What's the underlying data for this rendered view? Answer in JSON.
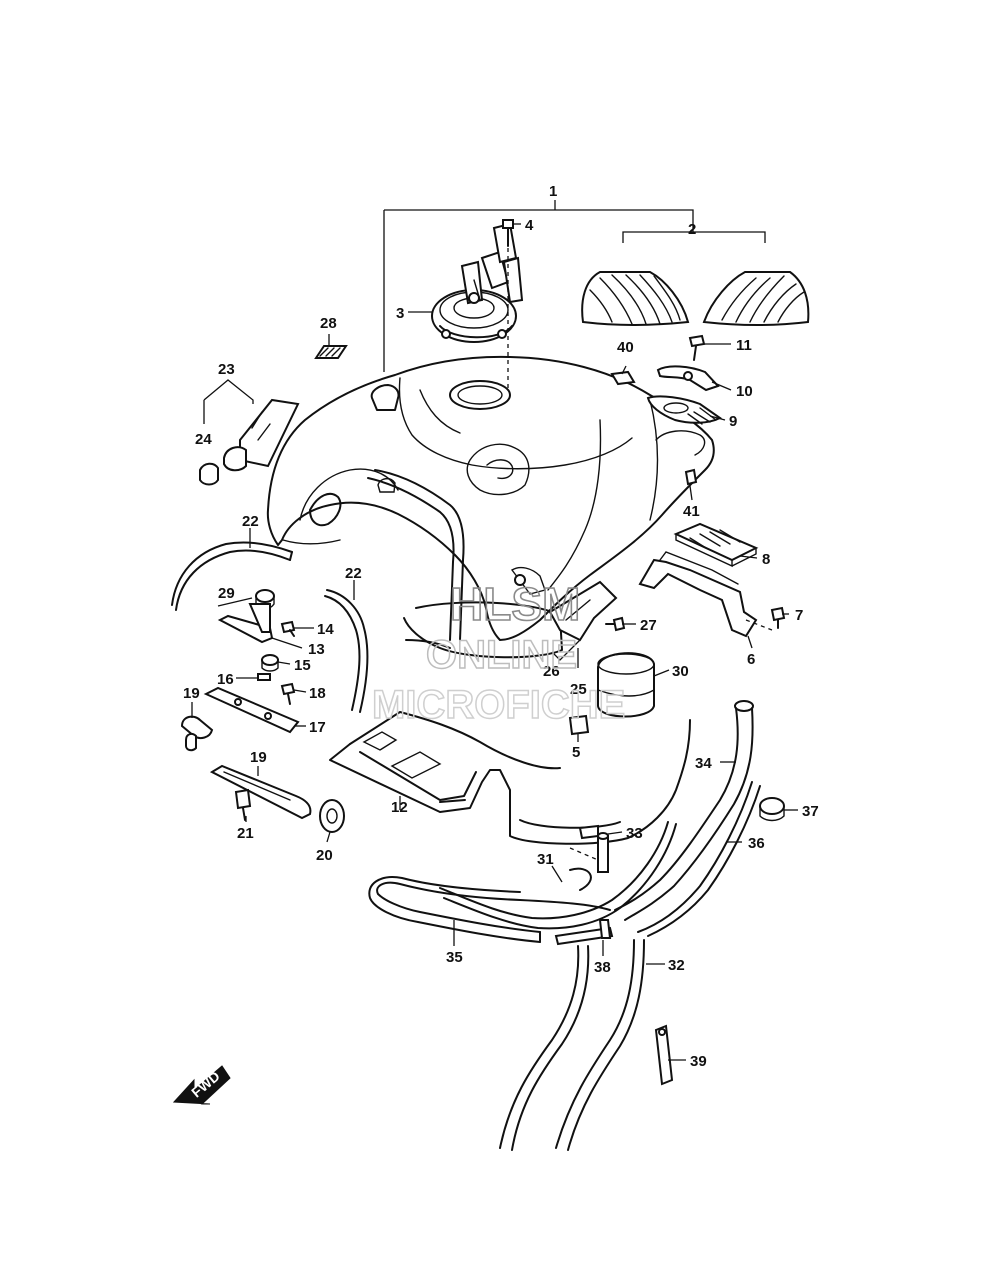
{
  "callouts": {
    "c1": "1",
    "c2": "2",
    "c3": "3",
    "c4": "4",
    "c5": "5",
    "c6": "6",
    "c7": "7",
    "c8": "8",
    "c9": "9",
    "c10": "10",
    "c11": "11",
    "c12": "12",
    "c13": "13",
    "c14": "14",
    "c15": "15",
    "c16": "16",
    "c17": "17",
    "c18": "18",
    "c19a": "19",
    "c19b": "19",
    "c20": "20",
    "c21": "21",
    "c22a": "22",
    "c22b": "22",
    "c23": "23",
    "c24": "24",
    "c25": "25",
    "c26": "26",
    "c27": "27",
    "c28": "28",
    "c29": "29",
    "c30": "30",
    "c31": "31",
    "c32": "32",
    "c33": "33",
    "c34": "34",
    "c35": "35",
    "c36": "36",
    "c37": "37",
    "c38": "38",
    "c39": "39",
    "c40": "40",
    "c41": "41"
  },
  "watermark": {
    "line1": "HLSM",
    "line2": "ONLINE",
    "line3": "MICROFICHE"
  },
  "fwd_label": "FWD"
}
